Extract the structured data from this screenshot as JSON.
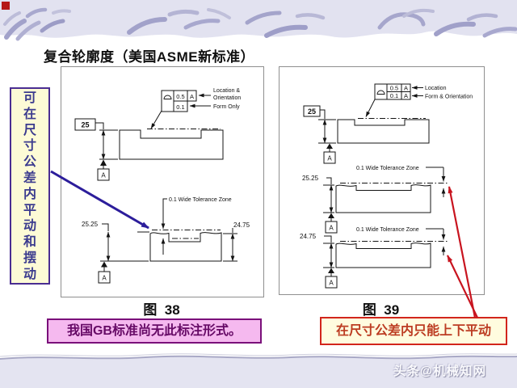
{
  "slide": {
    "title": "复合轮廓度（美国ASME新标准）",
    "watermark": "头条@机械知网"
  },
  "notes": {
    "left_vertical": "可\n在\n尺\n寸\n公\n差\n内\n平\n动\n和\n摆\n动",
    "bottom_left": "我国GB标准尚无此标注形式。",
    "bottom_right": "在尺寸公差内只能上下平动"
  },
  "fig38": {
    "caption": "图  38",
    "fcf": {
      "upper_tol": "0.5",
      "upper_datum": "A",
      "lower_tol": "0.1"
    },
    "callout_line1": "Location &",
    "callout_line2": "Orientation",
    "callout_line3": "Form Only",
    "dim_height": "25",
    "dim_upper": "25.25",
    "dim_lower": "24.75",
    "zone_label": "0.1 Wide Tolerance Zone",
    "datum_label": "A"
  },
  "fig39": {
    "caption": "图  39",
    "fcf": {
      "upper_tol": "0.5",
      "upper_datum": "A",
      "lower_tol": "0.1",
      "lower_datum": "A"
    },
    "callout_line1": "Location",
    "callout_line2": "Form & Orientation",
    "dim_height": "25",
    "dim_upper": "25.25",
    "dim_lower": "24.75",
    "zone_label_top": "0.1 Wide Tolerance Zone",
    "zone_label_bottom": "0.1 Wide Tolerance Zone",
    "datum_label": "A"
  },
  "colors": {
    "band_lavender": "#e2e2f0",
    "stroke_lavender": "#a4a4cb",
    "note_border": "#4a2d92",
    "note_bg": "#fdfbd6",
    "note_text": "#3b3b8e",
    "pink_bg": "#f5b9ef",
    "pink_border": "#7a107a",
    "pink_text": "#660a66",
    "yellow_bg": "#fffcdf",
    "red_border": "#d2251c",
    "red_text": "#bc3c22",
    "purple_arrow": "#2c1d9b",
    "red_arrow": "#c8141f"
  }
}
